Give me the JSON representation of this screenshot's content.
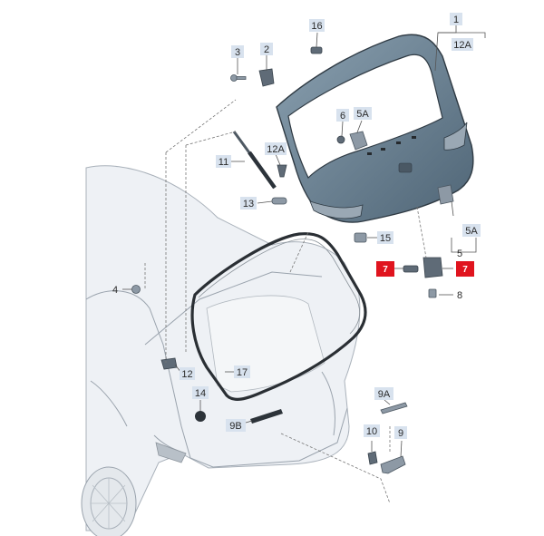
{
  "diagram": {
    "labels": {
      "l1": "1",
      "l12A_top": "12A",
      "l16": "16",
      "l2": "2",
      "l3": "3",
      "l6": "6",
      "l5A_top": "5A",
      "l12A_mid": "12A",
      "l11": "11",
      "l13": "13",
      "l15": "15",
      "l5A_right": "5A",
      "l5": "5",
      "l7_left": "7",
      "l7_right": "7",
      "l8": "8",
      "l4": "4",
      "l12": "12",
      "l17": "17",
      "l14": "14",
      "l9A": "9A",
      "l9B": "9B",
      "l10": "10",
      "l9": "9"
    },
    "colors": {
      "label_box": "#d8e2ee",
      "highlight_box": "#e0141e",
      "tailgate_fill": "#6e8494"
    }
  }
}
